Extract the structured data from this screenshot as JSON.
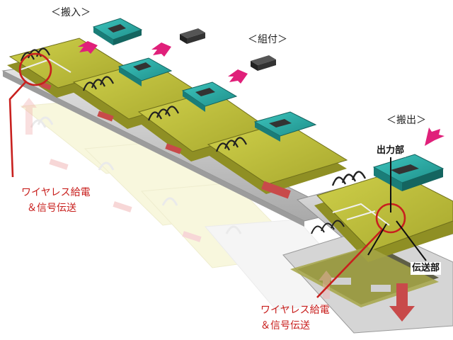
{
  "labels": {
    "carry_in": "＜搬入＞",
    "assembly": "＜組付＞",
    "carry_out": "＜搬出＞",
    "output_unit": "出力部",
    "transmission_unit": "伝送部",
    "wireless_left_line1": "ワイヤレス給電",
    "wireless_left_line2": "＆信号伝送",
    "wireless_right_line1": "ワイヤレス給電",
    "wireless_right_line2": "＆信号伝送"
  },
  "colors": {
    "pallet": "#b7b73a",
    "chip": "#2aa8a2",
    "rail": "#bdbdbd",
    "arrow_magenta": "#e0207a",
    "highlight_red": "#c8201e",
    "ghost": "#f3f1c2"
  }
}
